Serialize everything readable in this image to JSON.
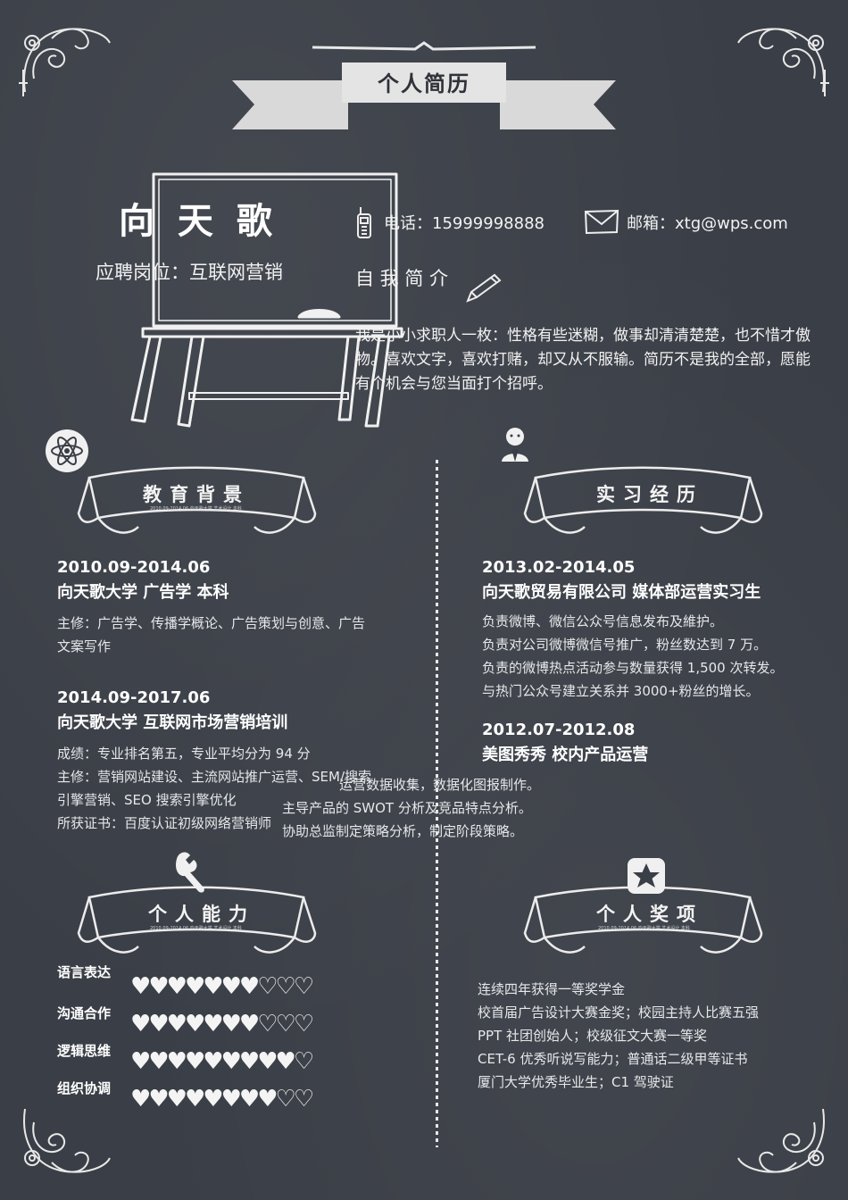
{
  "header": {
    "title": "个人简历"
  },
  "profile": {
    "name": "向 天 歌",
    "position": "应聘岗位：互联网营销",
    "phone": "电话：15999998888",
    "email": "邮箱：xtg@wps.com"
  },
  "intro": {
    "title": "自 我 简 介",
    "text": "我是小小求职人一枚：性格有些迷糊，做事却清清楚楚，也不惜才傲物。喜欢文字，喜欢打赌，却又从不服输。简历不是我的全部，愿能有个机会与您当面打个招呼。"
  },
  "ribbons": {
    "education": "教育背景",
    "internship": "实习经历",
    "skills": "个人能力",
    "awards": "个人奖项",
    "tagline": "2010.09-2014.06   向天歌大学   艺术设计   本科"
  },
  "education": [
    {
      "date": "2010.09-2014.06",
      "head": "向天歌大学  广告学  本科",
      "lines": [
        "主修：广告学、传播学概论、广告策划与创意、广告",
        "文案写作"
      ]
    },
    {
      "date": "2014.09-2017.06",
      "head": "向天歌大学  互联网市场营销培训",
      "lines": [
        "成绩：专业排名第五，专业平均分为 94 分",
        "主修：营销网站建设、主流网站推广运营、SEM/搜索",
        "引擎营销、SEO 搜索引擎优化",
        "所获证书：百度认证初级网络营销师"
      ]
    }
  ],
  "internship": [
    {
      "date": "2013.02-2014.05",
      "head": "向天歌贸易有限公司  媒体部运营实习生",
      "lines": [
        "负责微博、微信公众号信息发布及維护。",
        "负责对公司微博微信号推广，粉丝数达到 7 万。",
        "负责的微博热点活动参与数量获得 1,500 次转发。",
        "与热门公众号建立关系并 3000+粉丝的增长。"
      ]
    },
    {
      "date": "2012.07-2012.08",
      "head": "美图秀秀  校内产品运营",
      "lines": [
        "运营数据收集，数据化图报制作。",
        "主导产品的 SWOT 分析及竞品特点分析。",
        "协助总监制定策略分析，制定阶段策略。"
      ]
    }
  ],
  "skills": [
    {
      "label": "语言表达",
      "level": 7,
      "max": 10
    },
    {
      "label": "沟通合作",
      "level": 7,
      "max": 10
    },
    {
      "label": "逻辑思维",
      "level": 9,
      "max": 10
    },
    {
      "label": "组织协调",
      "level": 8,
      "max": 10
    }
  ],
  "awards": [
    "连续四年获得一等奖学金",
    "校首届广告设计大赛金奖；校园主持人比赛五强",
    "PPT 社团创始人；校级征文大赛一等奖",
    "CET-6 优秀听说写能力；普通话二级甲等证书",
    "厦门大学优秀毕业生；C1 驾驶证"
  ],
  "icons": {
    "phone": "phone-icon",
    "email": "envelope-icon",
    "pencil": "pencil-icon",
    "atom": "atom-icon",
    "person": "student-icon",
    "wrench": "wrench-icon",
    "star": "star-badge-icon"
  },
  "colors": {
    "background": "#3a3e46",
    "chalk": "#f2f2f2"
  }
}
